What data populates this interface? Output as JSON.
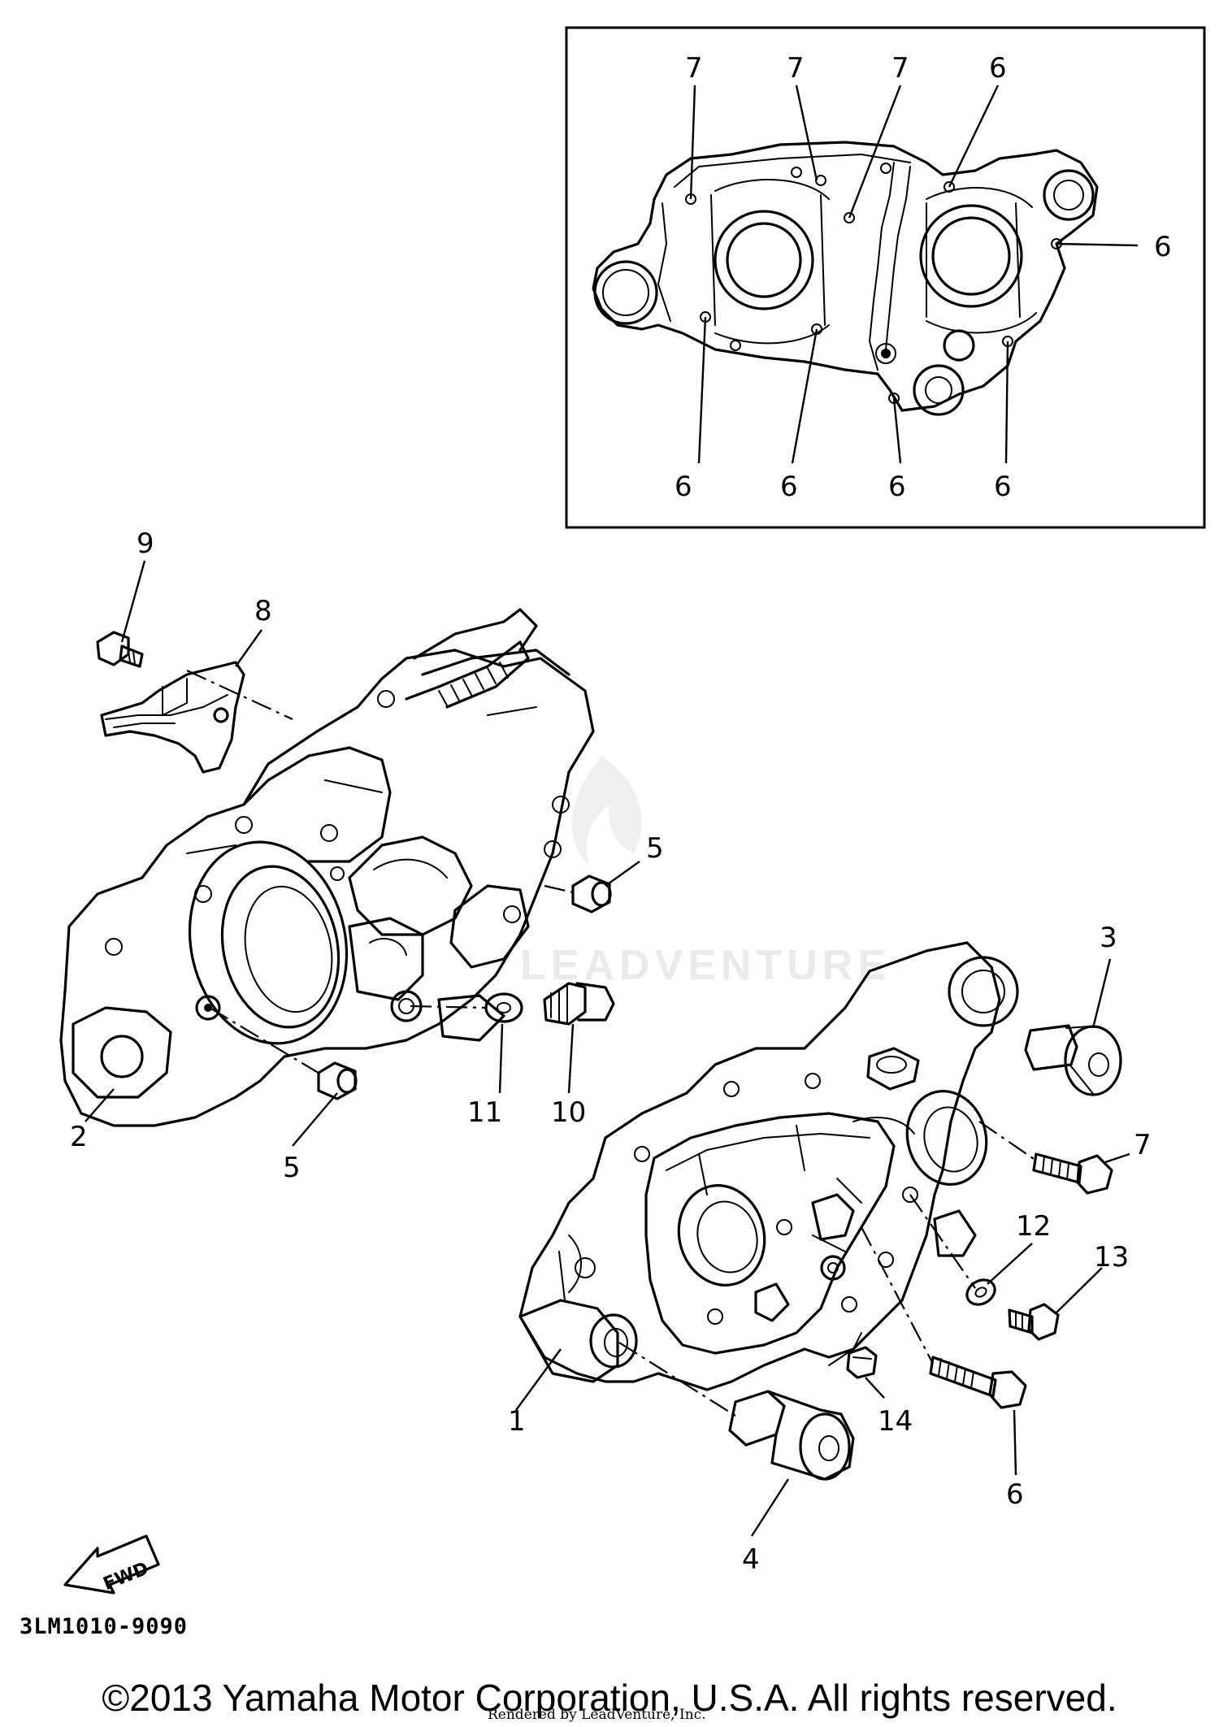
{
  "drawing": {
    "code": "3LM1010-9090",
    "fwd_label": "FWD",
    "watermark": "LEADVENTURE"
  },
  "inset": {
    "callouts": [
      "7",
      "7",
      "7",
      "6",
      "6",
      "6",
      "6",
      "6",
      "6"
    ]
  },
  "callouts": {
    "c9": "9",
    "c8": "8",
    "c5a": "5",
    "c3": "3",
    "c2": "2",
    "c5b": "5",
    "c11": "11",
    "c10": "10",
    "c7": "7",
    "c12": "12",
    "c13": "13",
    "c1": "1",
    "c14": "14",
    "c6": "6",
    "c4": "4"
  },
  "footer": {
    "copyright": "©2013 Yamaha Motor Corporation, U.S.A. All rights reserved.",
    "rendered_by": "Rendered by LeadVenture, Inc."
  }
}
